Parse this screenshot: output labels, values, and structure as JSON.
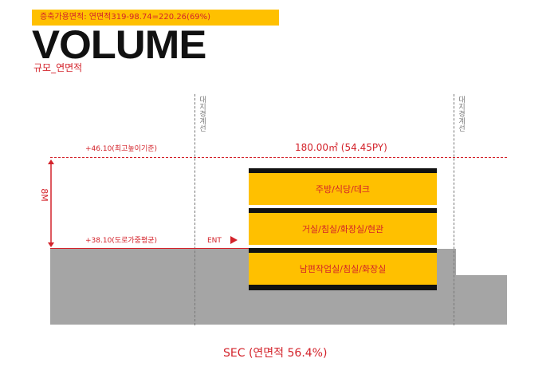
{
  "header": {
    "banner": "증축가용면적: 연면적319-98.74=220.26(69%)",
    "title": "VOLUME",
    "subtitle": "규모_연면적"
  },
  "section": {
    "boundary_label": "대지경계선",
    "top_level": "+46.10(최고높이기준)",
    "ground_level": "+38.10(도로가중평균)",
    "height": "8M",
    "area": "180.00㎡ (54.45PY)",
    "entrance": "ENT",
    "floors": [
      {
        "label": "주방/식당/데크"
      },
      {
        "label": "거실/침실/화장실/현관"
      },
      {
        "label": "남편작업실/침실/화장실"
      }
    ]
  },
  "caption": "SEC (연면적 56.4%)",
  "colors": {
    "accent": "#d3222a",
    "highlight": "#ffc000",
    "ground": "#a5a5a5"
  }
}
